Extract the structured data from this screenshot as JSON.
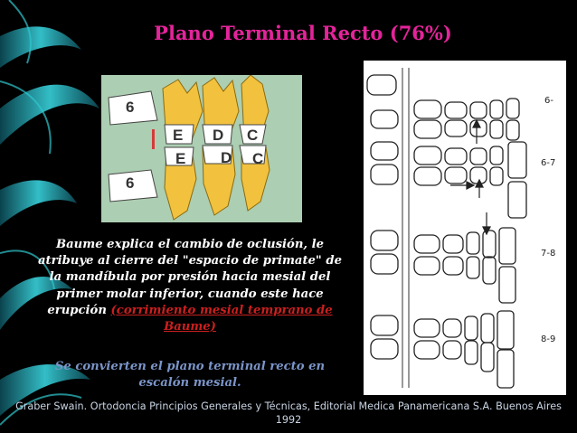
{
  "slide": {
    "title": "Plano Terminal Recto (76%)",
    "body_before_link": "Baume explica el cambio de oclusión, le atribuye al cierre del \"espacio de primate\" de la mandíbula por presión hacia mesial del primer molar inferior, cuando este hace erupción ",
    "body_link": "(corrimiento mesial temprano de Baume)",
    "summary": "Se convierten el plano terminal recto en escalón mesial.",
    "citation": "Graber Swain. Ortodoncia Principios Generales y Técnicas, Editorial Medica Panamericana S.A. Buenos Aires 1992"
  },
  "photo": {
    "upper_labels": [
      "6",
      "E",
      "D",
      "C"
    ],
    "lower_labels": [
      "6",
      "E",
      "D",
      "C"
    ]
  },
  "diagram": {
    "stage_labels": [
      "6-",
      "6-7",
      "7-8",
      "8-9"
    ]
  },
  "colors": {
    "title": "#e4249a",
    "link": "#cc1f1f",
    "summary": "#7b95c9",
    "teal": "#2fc7cf"
  }
}
